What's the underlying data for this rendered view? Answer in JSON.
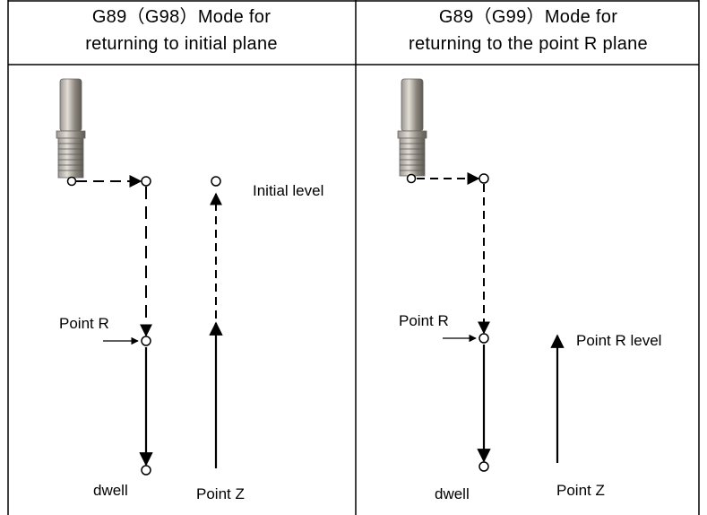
{
  "panels": [
    {
      "title_line1": "G89（G98）Mode for",
      "title_line2": "returning to initial plane",
      "labels": {
        "top_level": "Initial level",
        "point_r": "Point R",
        "dwell": "dwell",
        "point_z": "Point Z"
      }
    },
    {
      "title_line1": "G89（G99）Mode for",
      "title_line2": "returning to the point R plane",
      "labels": {
        "top_level": "Point R level",
        "point_r": "Point R",
        "dwell": "dwell",
        "point_z": "Point Z"
      }
    }
  ],
  "icons": {
    "tool": "drill-tool-icon",
    "point": "circle-point-icon",
    "arrow": "arrowhead-icon"
  }
}
